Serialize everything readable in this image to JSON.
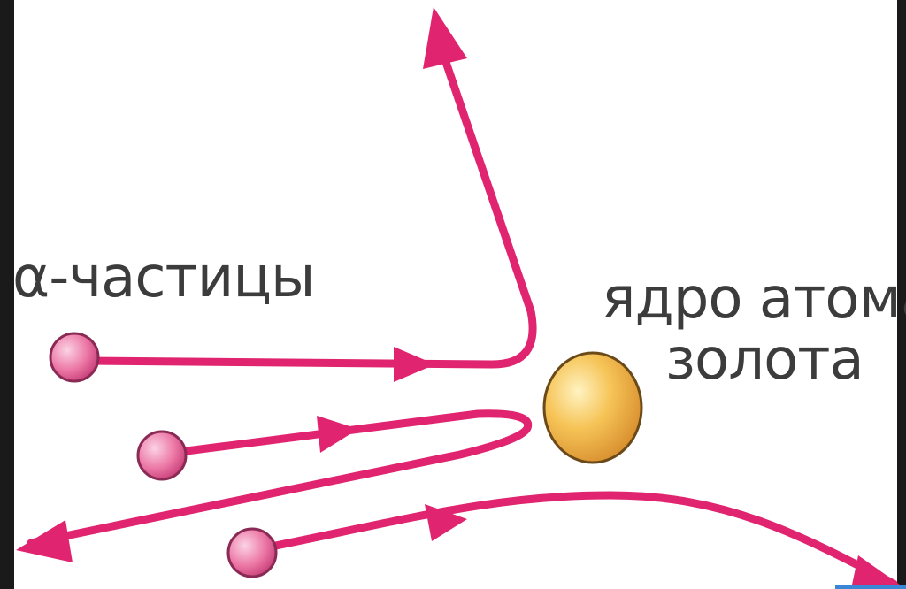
{
  "labels": {
    "alpha_particles": "α-частицы",
    "nucleus_line1": "ядро атома",
    "nucleus_line2": "золота"
  },
  "colors": {
    "trajectory": "#e0246f",
    "particle_fill": "#f07aa6",
    "particle_stroke": "#8a2a55",
    "nucleus_fill": "#f2b64a",
    "nucleus_stroke": "#6b4a1a",
    "text": "#3c3c3c"
  },
  "icons": {
    "particle": "alpha-particle-icon",
    "nucleus": "gold-nucleus-icon"
  }
}
